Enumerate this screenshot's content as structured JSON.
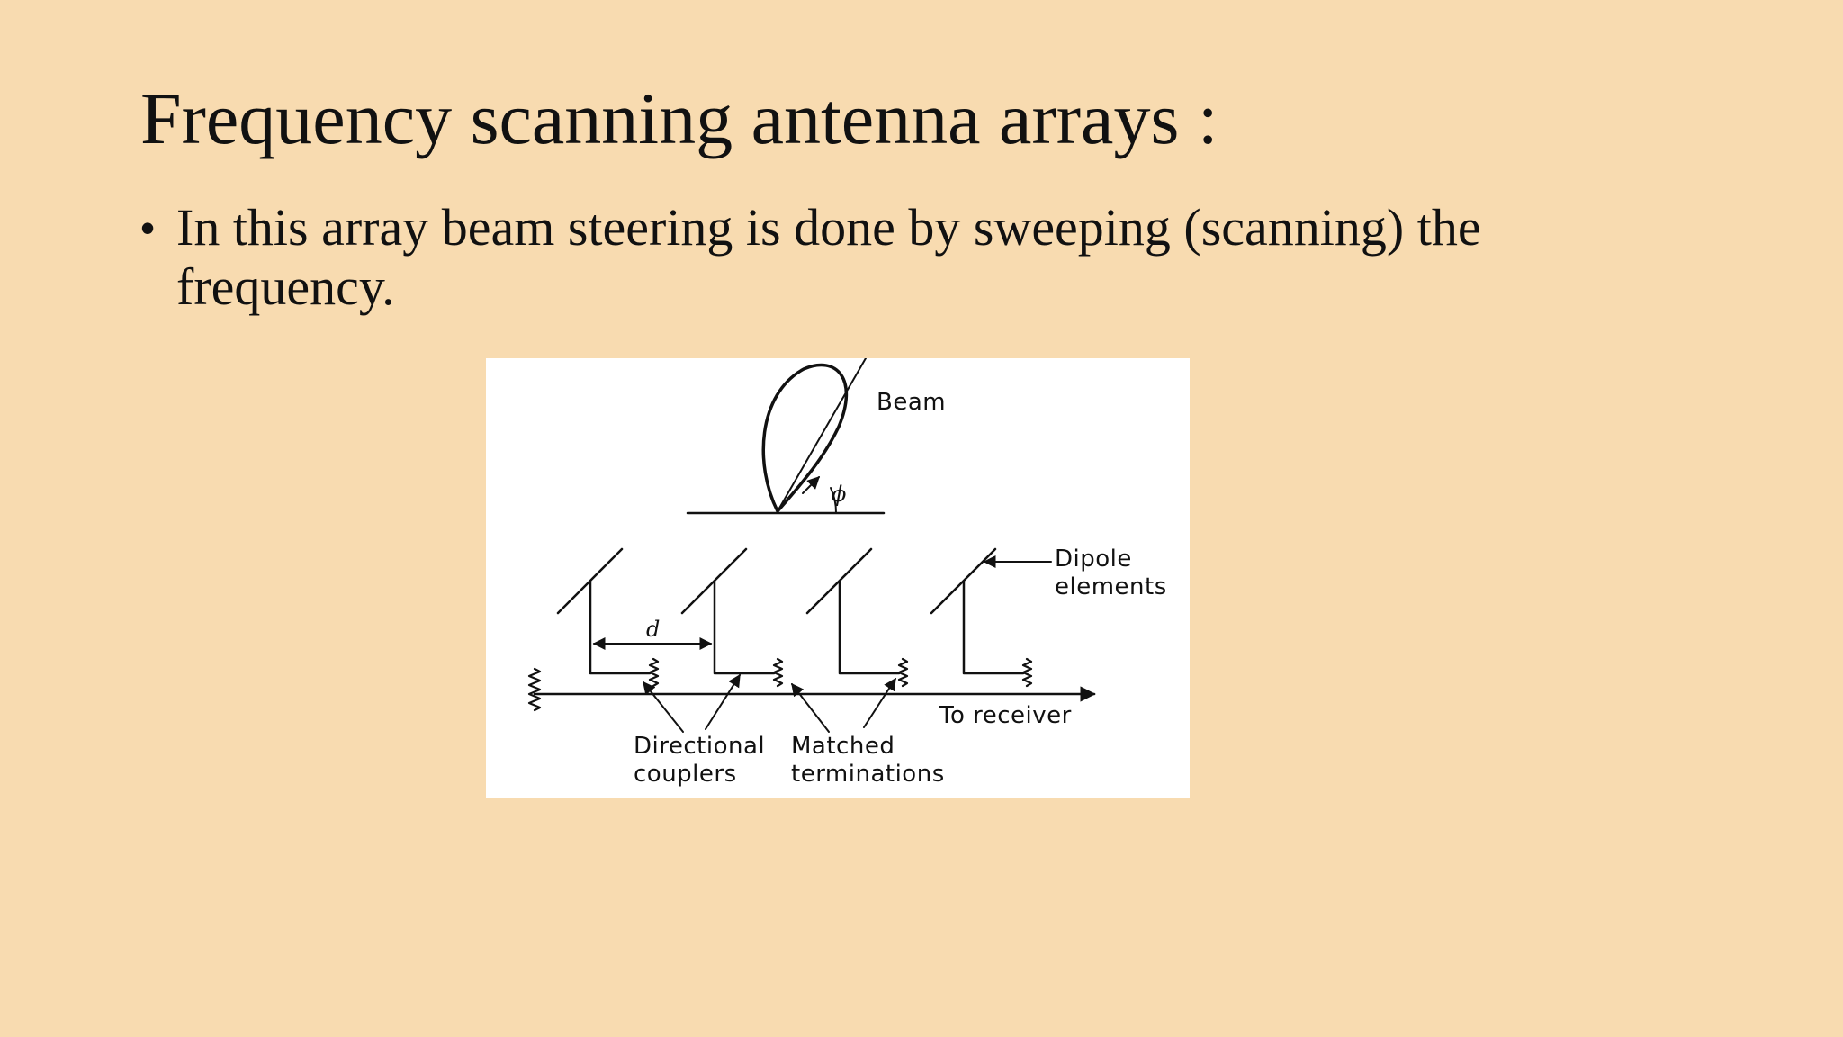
{
  "slide": {
    "title": "Frequency scanning antenna arrays :",
    "bullets": [
      {
        "glyph": "•",
        "text": "In this array beam steering is done by sweeping (scanning) the frequency."
      }
    ]
  },
  "figure": {
    "labels": {
      "beam": "Beam",
      "angle": "ϕ",
      "spacing": "d",
      "dipole_line1": "Dipole",
      "dipole_line2": "elements",
      "receiver": "To receiver",
      "couplers_line1": "Directional",
      "couplers_line2": "couplers",
      "terminations_line1": "Matched",
      "terminations_line2": "terminations"
    }
  }
}
